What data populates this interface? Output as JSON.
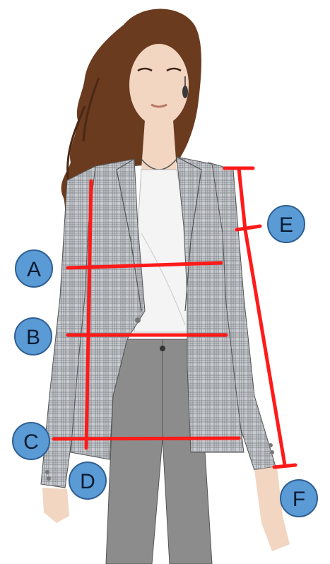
{
  "figure": {
    "colors": {
      "measure_line": "#ff1a1a",
      "badge_fill": "#5b9bd5",
      "badge_stroke": "#2f5f93",
      "badge_text": "#0b1b33",
      "hair": "#6b3b1f",
      "skin": "#f2d6c2",
      "blazer": "#b9bcc0",
      "blazer_plaid": "#8a8e94",
      "top": "#f4f4f4",
      "trousers": "#8c8c8c"
    },
    "measurements": [
      {
        "id": "A",
        "label": "A",
        "meaning_icon": "bust-width-line"
      },
      {
        "id": "B",
        "label": "B",
        "meaning_icon": "waist-width-line"
      },
      {
        "id": "C",
        "label": "C",
        "meaning_icon": "hem-width-line"
      },
      {
        "id": "D",
        "label": "D",
        "meaning_icon": "jacket-length-line"
      },
      {
        "id": "E",
        "label": "E",
        "meaning_icon": "shoulder-line"
      },
      {
        "id": "F",
        "label": "F",
        "meaning_icon": "sleeve-length-line"
      }
    ]
  }
}
